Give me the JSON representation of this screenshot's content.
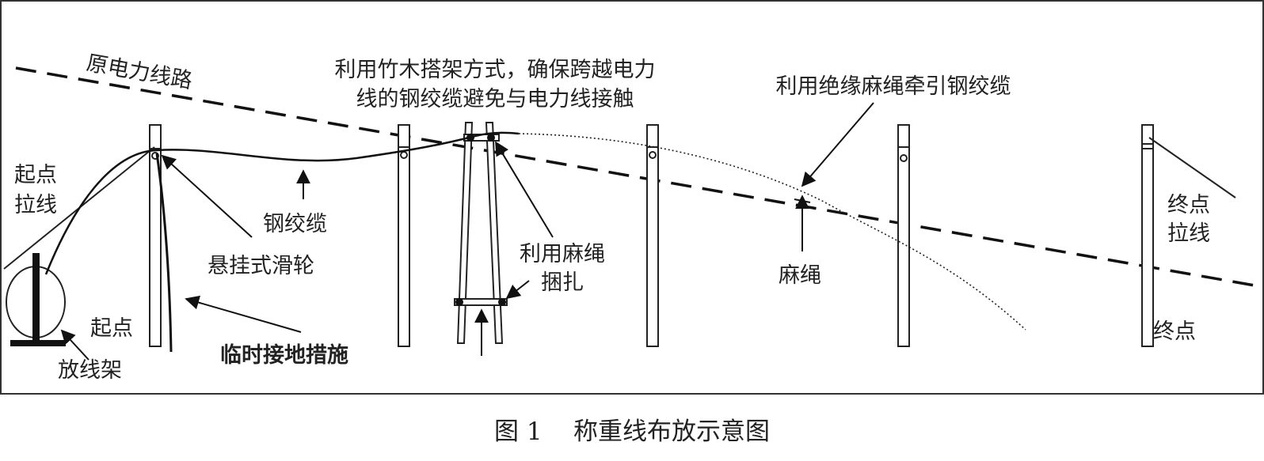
{
  "diagram": {
    "labels": {
      "original_line": "原电力线路",
      "bamboo_note_1": "利用竹木搭架方式，确保跨越电力",
      "bamboo_note_2": "线的钢绞缆避免与电力线接触",
      "rope_pull": "利用绝缘麻绳牵引钢绞缆",
      "start_guy_1": "起点",
      "start_guy_2": "拉线",
      "steel_cable": "钢绞缆",
      "pulley": "悬挂式滑轮",
      "rope_tie_1": "利用麻绳",
      "rope_tie_2": "捆扎",
      "hemp_rope": "麻绳",
      "end_guy_1": "终点",
      "end_guy_2": "拉线",
      "start_point": "起点",
      "reel_stand": "放线架",
      "temp_ground": "临时接地措施",
      "end_point": "终点"
    }
  },
  "caption": {
    "figure_no": "图 1",
    "title": "称重线布放示意图"
  }
}
